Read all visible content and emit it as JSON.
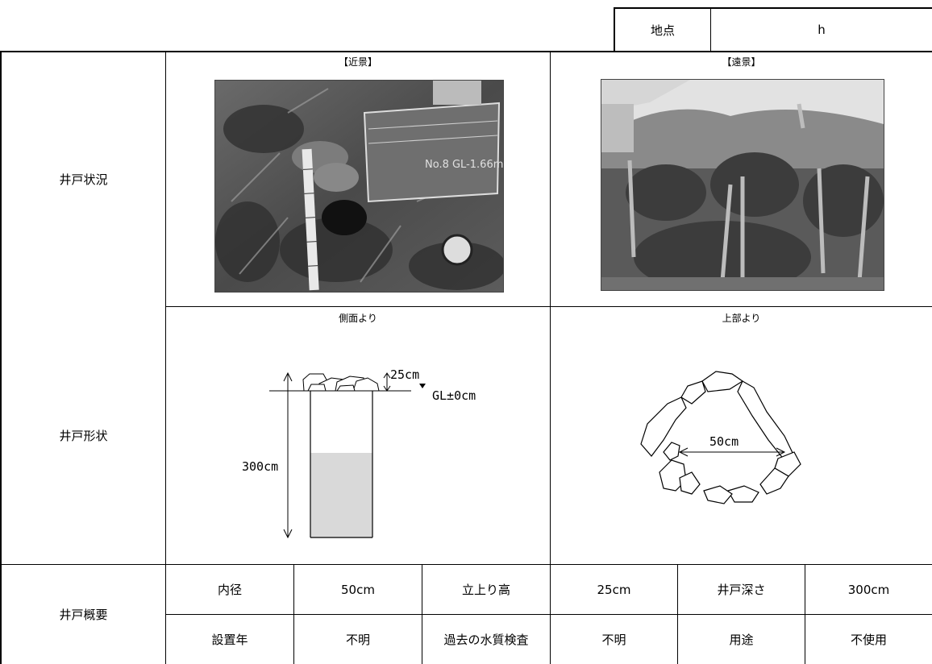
{
  "header": {
    "location_label": "地点",
    "location_value": "h"
  },
  "rows": {
    "status_label": "井戸状況",
    "shape_label": "井戸形状",
    "summary_label": "井戸概要"
  },
  "photos": {
    "near_caption": "【近景】",
    "far_caption": "【遠景】",
    "board_text": "No.8 GL-1.66m"
  },
  "diagrams": {
    "side_caption": "側面より",
    "top_caption": "上部より",
    "height_label": "25cm",
    "gl_label": "GL±0cm",
    "depth_label": "300cm",
    "diameter_label": "50cm"
  },
  "summary": {
    "row1": [
      "内径",
      "50cm",
      "立上り高",
      "25cm",
      "井戸深さ",
      "300cm"
    ],
    "row2": [
      "設置年",
      "不明",
      "過去の水質検査",
      "不明",
      "用途",
      "不使用"
    ]
  }
}
